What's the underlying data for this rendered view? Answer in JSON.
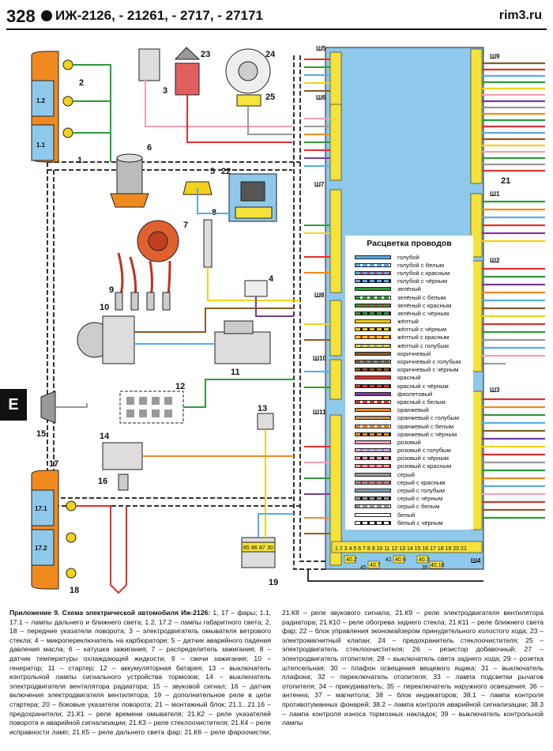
{
  "header": {
    "page_number": "328",
    "title": "ИЖ-2126, - 21261, - 2717, - 27171",
    "site": "rim3.ru"
  },
  "side_tab": "Е",
  "legend": {
    "title": "Расцветка проводов",
    "items": [
      {
        "label": "голубой",
        "c1": "#5aa9e6",
        "c2": "#5aa9e6"
      },
      {
        "label": "голубой с белым",
        "c1": "#5aa9e6",
        "c2": "#ffffff"
      },
      {
        "label": "голубой с красным",
        "c1": "#5aa9e6",
        "c2": "#e03030"
      },
      {
        "label": "голубой с чёрным",
        "c1": "#5aa9e6",
        "c2": "#111111"
      },
      {
        "label": "зелёный",
        "c1": "#2e9a3a",
        "c2": "#2e9a3a"
      },
      {
        "label": "зелёный с белым",
        "c1": "#2e9a3a",
        "c2": "#ffffff"
      },
      {
        "label": "зелёный с красным",
        "c1": "#2e9a3a",
        "c2": "#e03030"
      },
      {
        "label": "зелёный с чёрным",
        "c1": "#2e9a3a",
        "c2": "#111111"
      },
      {
        "label": "жёлтый",
        "c1": "#f2d21a",
        "c2": "#f2d21a"
      },
      {
        "label": "жёлтый с чёрным",
        "c1": "#f2d21a",
        "c2": "#111111"
      },
      {
        "label": "жёлтый с красным",
        "c1": "#f2d21a",
        "c2": "#e03030"
      },
      {
        "label": "жёлтый с голубым",
        "c1": "#f2d21a",
        "c2": "#5aa9e6"
      },
      {
        "label": "коричневый",
        "c1": "#8a5a2a",
        "c2": "#8a5a2a"
      },
      {
        "label": "коричневый с голубым",
        "c1": "#8a5a2a",
        "c2": "#5aa9e6"
      },
      {
        "label": "коричневый с чёрным",
        "c1": "#8a5a2a",
        "c2": "#111111"
      },
      {
        "label": "красный",
        "c1": "#e03030",
        "c2": "#e03030"
      },
      {
        "label": "красный с чёрным",
        "c1": "#e03030",
        "c2": "#111111"
      },
      {
        "label": "фиолетовый",
        "c1": "#7a3aa0",
        "c2": "#7a3aa0"
      },
      {
        "label": "красный с белым",
        "c1": "#e03030",
        "c2": "#ffffff"
      },
      {
        "label": "оранжевый",
        "c1": "#f08a20",
        "c2": "#f08a20"
      },
      {
        "label": "оранжевый с голубым",
        "c1": "#f08a20",
        "c2": "#5aa9e6"
      },
      {
        "label": "оранжевый с белым",
        "c1": "#f08a20",
        "c2": "#ffffff"
      },
      {
        "label": "оранжевый с чёрным",
        "c1": "#f08a20",
        "c2": "#111111"
      },
      {
        "label": "розовый",
        "c1": "#f0a0b8",
        "c2": "#f0a0b8"
      },
      {
        "label": "розовый с голубым",
        "c1": "#f0a0b8",
        "c2": "#5aa9e6"
      },
      {
        "label": "розовый с чёрным",
        "c1": "#f0a0b8",
        "c2": "#111111"
      },
      {
        "label": "розовый с красным",
        "c1": "#f0a0b8",
        "c2": "#e03030"
      },
      {
        "label": "серый",
        "c1": "#999999",
        "c2": "#999999"
      },
      {
        "label": "серый с красным",
        "c1": "#999999",
        "c2": "#e03030"
      },
      {
        "label": "серый с голубым",
        "c1": "#999999",
        "c2": "#5aa9e6"
      },
      {
        "label": "серый с чёрным",
        "c1": "#999999",
        "c2": "#111111"
      },
      {
        "label": "серый с белым",
        "c1": "#999999",
        "c2": "#ffffff"
      },
      {
        "label": "белый",
        "c1": "#ffffff",
        "c2": "#ffffff"
      },
      {
        "label": "белый с чёрным",
        "c1": "#ffffff",
        "c2": "#111111"
      }
    ]
  },
  "connectors": {
    "sh5": "Ш5",
    "sh6": "Ш6",
    "sh7": "Ш7",
    "sh8": "Ш8",
    "sh10": "Ш10",
    "sh11": "Ш11",
    "sh9": "Ш9",
    "sh1": "Ш1",
    "sh2": "Ш2",
    "sh3": "Ш3",
    "sh4": "Ш4"
  },
  "component_numbers": {
    "n1": "1",
    "n2": "2",
    "n3": "3",
    "n4": "4",
    "n5": "5",
    "n6": "6",
    "n7": "7",
    "n8": "8",
    "n9": "9",
    "n10": "10",
    "n11": "11",
    "n12": "12",
    "n13": "13",
    "n14": "14",
    "n15": "15",
    "n16": "16",
    "n17": "17",
    "n18": "18",
    "n19": "19",
    "n21": "21",
    "n22": "22",
    "n23": "23",
    "n24": "24",
    "n25": "25"
  },
  "headlamps": {
    "front_top": "1.2",
    "front_bottom": "1.1",
    "rear_top": "17.1",
    "rear_bottom": "17.2"
  },
  "fuse_labels": [
    "85",
    "86",
    "87",
    "30"
  ],
  "bottom_pins": "1 2 3 4 5 6 7 8 9 10 11 12 13 14 15 16 17 18 19 20 21",
  "bottom_relay_labels": [
    "40.2",
    "45",
    "40.7",
    "41",
    "40.6",
    "35",
    "40.10",
    "40.3"
  ],
  "caption": {
    "heading": "Приложение 9. Схема электрической автомобиля Иж-2126:",
    "text": "1, 17 – фары; 1.1, 17.1 – лампы дальнего и ближнего света; 1.2, 17.2 – лампы габаритного света; 2, 18 – передние указатели поворота; 3 – электродвигатель омывателя ветрового стекла; 4 – микропереключатель на карбюраторе; 5 – датчик аварийного падения давления масла; 6 – катушка зажигания; 7 – распределитель зажигания; 8 – датчик температуры охлаждающей жидкости; 9 – свечи зажигания; 10 – генератор; 11 – стартер; 12 – аккумуляторная батарея; 13 – выключатель контрольной лампы сигнального устройства тормозов; 14 – выключатель электродвигателя вентилятора радиатора; 15 – звуковой сигнал; 16 – датчик включения электродвигателя вентилятора; 19 – дополнительное реле в цепи стартера; 20 – боковые указатели поворота; 21 – монтажный блок; 21.1...21.16 – предохранители; 21.К1 – реле времени омывателя; 21.К2 – реле указателей поворота и аварийной сигнализации; 21.К3 – реле стеклоочистителя; 21.К4 – реле исправности ламп; 21.К5 – реле дальнего света фар; 21.К6 – реле фароочистки; 21.К8 – реле звукового сигнала; 21.К9 – реле электродвигателя вентилятора радиатора; 21.К10 – реле обогрева заднего стекла; 21.К11 – реле ближнего света фар; 22 – блок управления экономайзером принудительного холостого хода; 23 – электромагнитный клапан; 24 – предохранитель стеклоочистителя; 25 – электродвигатель стеклоочистителя; 26 – резистор добавочный; 27 – электродвигатель отопителя; 28 – выключатель света заднего хода; 29 – розетка штепсельная; 30 – плафон освещения вещевого ящика; 31 – выключатель плафона; 32 – переключатель отопителя; 33 – лампа подсветки рычагов отопителя; 34 – прикуриватель; 35 – переключатель наружного освещения; 36 – антенна; 37 – магнитола; 38 – блок индикаторов; 38.1 – лампа контроля противотуманных фонарей; 38.2 – лампа контроля аварийной сигнализации; 38.3 – лампа контроля износа тормозных накладок; 39 – выключатель контрольной лампы"
  }
}
